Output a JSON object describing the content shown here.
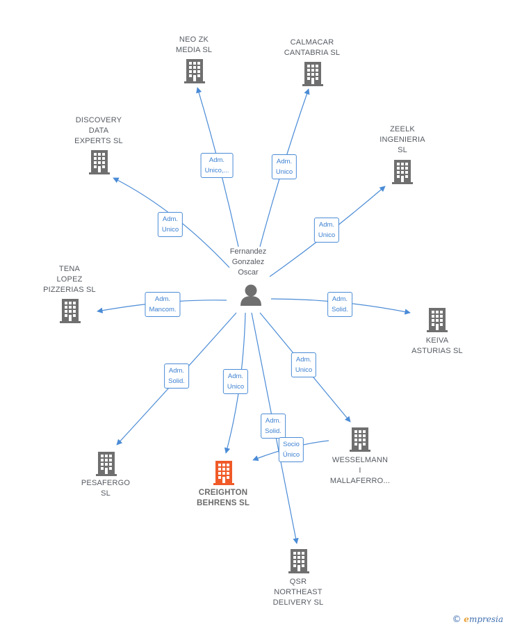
{
  "colors": {
    "edge": "#4a8bd6",
    "building": "#6f6f6f",
    "building_main": "#f05a28",
    "person": "#6f6f6f"
  },
  "person": {
    "name": "Fernandez\nGonzalez\nOscar",
    "icon": "person-icon"
  },
  "companies": [
    {
      "id": "neo",
      "label": "NEO ZK\nMEDIA  SL",
      "main": false
    },
    {
      "id": "calmacar",
      "label": "CALMACAR\nCANTABRIA  SL",
      "main": false
    },
    {
      "id": "discovery",
      "label": "DISCOVERY\nDATA\nEXPERTS  SL",
      "main": false
    },
    {
      "id": "zeelk",
      "label": "ZEELK\nINGENIERIA\nSL",
      "main": false
    },
    {
      "id": "tena",
      "label": "TENA\nLOPEZ\nPIZZERIAS  SL",
      "main": false
    },
    {
      "id": "keiva",
      "label": "KEIVA\nASTURIAS  SL",
      "main": false
    },
    {
      "id": "wesselmann",
      "label": "WESSELMANN\nI\nMALLAFERRO...",
      "main": false
    },
    {
      "id": "pesafergo",
      "label": "PESAFERGO\nSL",
      "main": false
    },
    {
      "id": "creighton",
      "label": "CREIGHTON\nBEHRENS  SL",
      "main": true
    },
    {
      "id": "qsr",
      "label": "QSR\nNORTHEAST\nDELIVERY  SL",
      "main": false
    }
  ],
  "edges": [
    {
      "id": "e-neo",
      "label": "Adm.\nUnico,..."
    },
    {
      "id": "e-calmacar",
      "label": "Adm.\nUnico"
    },
    {
      "id": "e-discovery",
      "label": "Adm.\nUnico"
    },
    {
      "id": "e-zeelk",
      "label": "Adm.\nUnico"
    },
    {
      "id": "e-tena",
      "label": "Adm.\nMancom."
    },
    {
      "id": "e-keiva",
      "label": "Adm.\nSolid."
    },
    {
      "id": "e-wesselmann",
      "label": "Adm.\nUnico"
    },
    {
      "id": "e-pesafergo",
      "label": "Adm.\nSolid."
    },
    {
      "id": "e-creighton",
      "label": "Adm.\nUnico"
    },
    {
      "id": "e-qsr",
      "label": "Adm.\nSolid."
    },
    {
      "id": "e-wess-creighton",
      "label": "Socio\nÚnico"
    }
  ],
  "watermark": {
    "copyright": "©",
    "brand_initial": "e",
    "brand_rest": "mpresia"
  }
}
